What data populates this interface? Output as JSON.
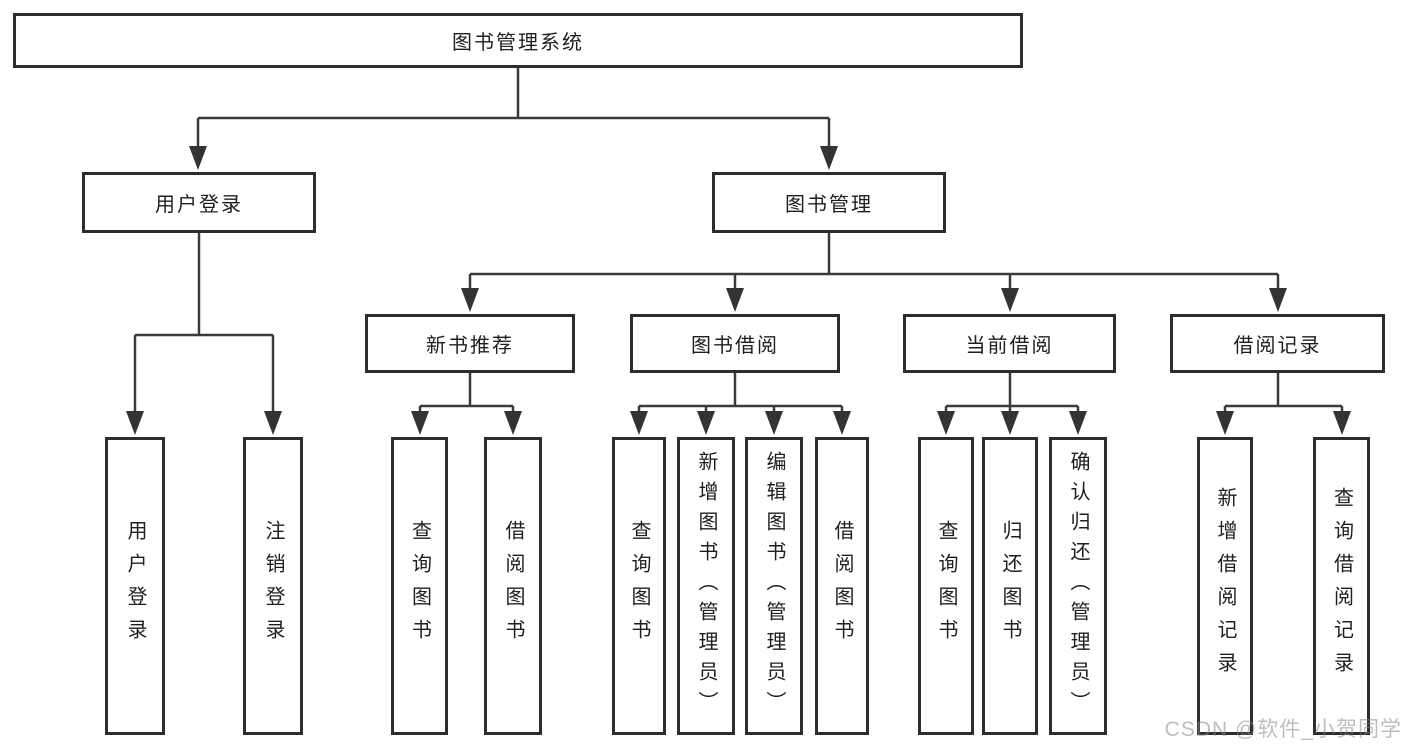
{
  "nodes": {
    "root": "图书管理系统",
    "user_login": "用户登录",
    "book_mgmt": "图书管理",
    "new_book_rec": "新书推荐",
    "book_borrow": "图书借阅",
    "current_borrow": "当前借阅",
    "borrow_records": "借阅记录",
    "leaf_user_login": "用户登录",
    "leaf_logout": "注销登录",
    "leaf_rec_query": "查询图书",
    "leaf_rec_borrow": "借阅图书",
    "leaf_bb_query": "查询图书",
    "leaf_bb_add": "新增图书（管理员）",
    "leaf_bb_edit": "编辑图书（管理员）",
    "leaf_bb_borrow": "借阅图书",
    "leaf_cb_query": "查询图书",
    "leaf_cb_return": "归还图书",
    "leaf_cb_confirm": "确认归还（管理员）",
    "leaf_br_add": "新增借阅记录",
    "leaf_br_query": "查询借阅记录"
  },
  "watermark": "CSDN @软件_小贺同学",
  "colors": {
    "line": "#3a3a3a",
    "box_border": "#2d2d2d",
    "text": "#1f1f1f",
    "background": "#ffffff",
    "watermark": "#a9a9a9"
  }
}
